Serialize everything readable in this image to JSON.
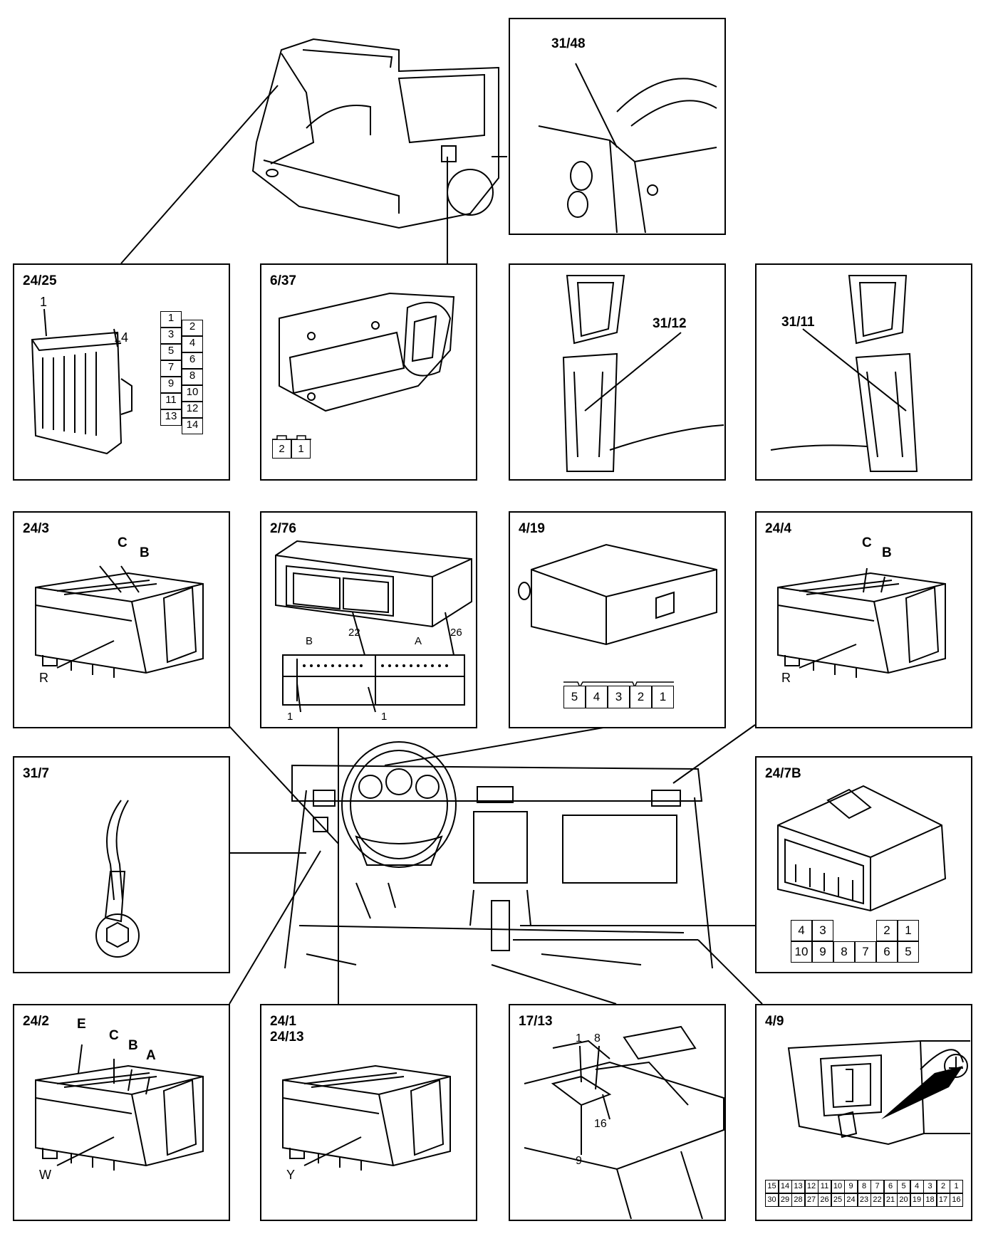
{
  "panels": {
    "p31_48": {
      "title": "31/48"
    },
    "p24_25": {
      "title": "24/25",
      "label_1": "1",
      "label_14": "14",
      "pins": [
        "1",
        "2",
        "3",
        "4",
        "5",
        "6",
        "7",
        "8",
        "9",
        "10",
        "11",
        "12",
        "13",
        "14"
      ]
    },
    "p6_37": {
      "title": "6/37",
      "pins": [
        "2",
        "1"
      ]
    },
    "p31_12": {
      "title": "31/12"
    },
    "p31_11": {
      "title": "31/11"
    },
    "p24_3": {
      "title": "24/3",
      "label_c": "C",
      "label_b": "B",
      "label_r": "R"
    },
    "p2_76": {
      "title": "2/76",
      "label_b": "B",
      "label_a": "A",
      "label_22": "22",
      "label_26": "26",
      "label_1a": "1",
      "label_1b": "1"
    },
    "p4_19": {
      "title": "4/19",
      "pins": [
        "5",
        "4",
        "3",
        "2",
        "1"
      ]
    },
    "p24_4": {
      "title": "24/4",
      "label_c": "C",
      "label_b": "B",
      "label_r": "R"
    },
    "p31_7": {
      "title": "31/7"
    },
    "p24_7b": {
      "title": "24/7B",
      "top_pins": [
        "4",
        "3",
        "",
        "",
        "2",
        "1"
      ],
      "bottom_pins": [
        "10",
        "9",
        "8",
        "7",
        "6",
        "5"
      ]
    },
    "p24_2": {
      "title": "24/2",
      "label_e": "E",
      "label_c": "C",
      "label_b": "B",
      "label_a": "A",
      "label_w": "W"
    },
    "p24_1": {
      "title": "24/1",
      "title2": "24/13",
      "label_y": "Y"
    },
    "p17_13": {
      "title": "17/13",
      "label_1": "1",
      "label_8": "8",
      "label_9": "9",
      "label_16": "16"
    },
    "p4_9": {
      "title": "4/9",
      "row1": [
        "15",
        "14",
        "13",
        "12",
        "11",
        "10",
        "9",
        "8",
        "7",
        "6",
        "5",
        "4",
        "3",
        "2",
        "1"
      ],
      "row2": [
        "30",
        "29",
        "28",
        "27",
        "26",
        "25",
        "24",
        "23",
        "22",
        "21",
        "20",
        "19",
        "18",
        "17",
        "16"
      ]
    }
  }
}
